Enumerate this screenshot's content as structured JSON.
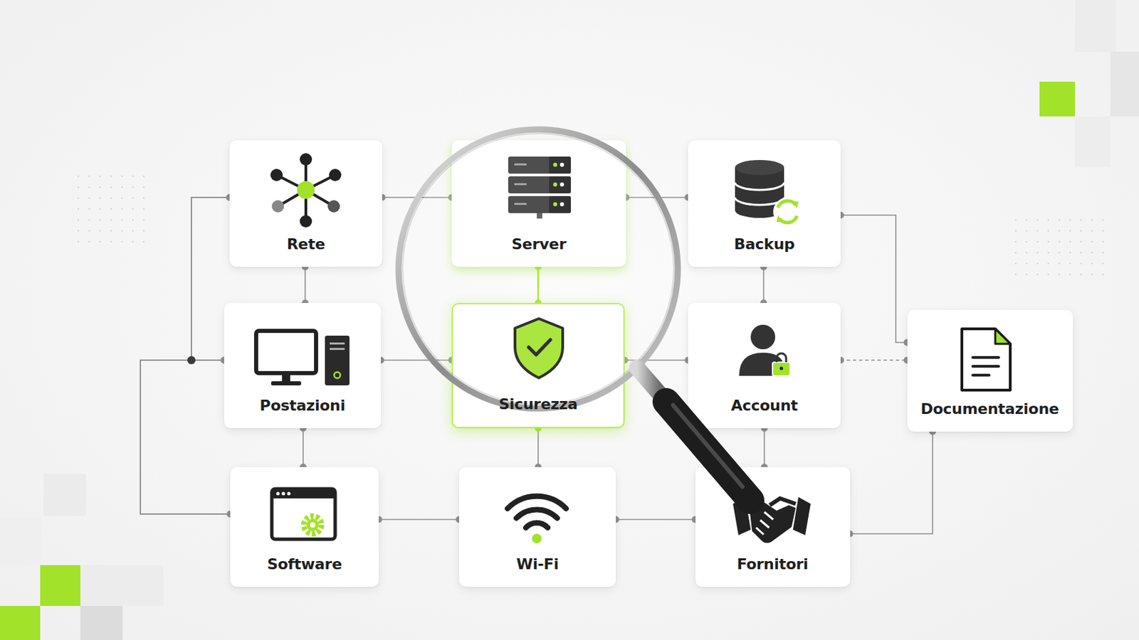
{
  "diagram": {
    "nodes": [
      {
        "text": [
          "Rete"
        ]
      },
      {
        "text": [
          "Server"
        ]
      },
      {
        "text": [
          "Backup"
        ]
      },
      {
        "text": [
          "Postazioni"
        ]
      },
      {
        "text": [
          "Sicurezza"
        ]
      },
      {
        "text": [
          "Account"
        ]
      },
      {
        "text": [
          "Documentazione"
        ]
      },
      {
        "text": [
          "Software"
        ]
      },
      {
        "text": [
          "Wi-Fi"
        ]
      },
      {
        "text": [
          "Fornitori"
        ]
      }
    ],
    "edges": [
      {
        "from": 0,
        "to": 1,
        "arrow": "none"
      },
      {
        "from": 1,
        "to": 2,
        "arrow": "none"
      },
      {
        "from": 0,
        "to": 3,
        "arrow": "none"
      },
      {
        "from": 1,
        "to": 4,
        "arrow": "none"
      },
      {
        "from": 2,
        "to": 5,
        "arrow": "none"
      },
      {
        "from": 3,
        "to": 4,
        "arrow": "none"
      },
      {
        "from": 4,
        "to": 5,
        "arrow": "none"
      },
      {
        "from": 5,
        "to": 6,
        "arrow": "none"
      },
      {
        "from": 2,
        "to": 6,
        "arrow": "none"
      },
      {
        "from": 3,
        "to": 7,
        "arrow": "none"
      },
      {
        "from": 4,
        "to": 8,
        "arrow": "none"
      },
      {
        "from": 5,
        "to": 9,
        "arrow": "none"
      },
      {
        "from": 7,
        "to": 8,
        "arrow": "none"
      },
      {
        "from": 8,
        "to": 9,
        "arrow": "none"
      },
      {
        "from": 9,
        "to": 6,
        "arrow": "none"
      },
      {
        "from": 0,
        "to": 3,
        "arrow": "none"
      },
      {
        "from": 0,
        "to": 7,
        "arrow": "none"
      },
      {
        "from": 3,
        "to": 7,
        "arrow": "none"
      }
    ]
  }
}
